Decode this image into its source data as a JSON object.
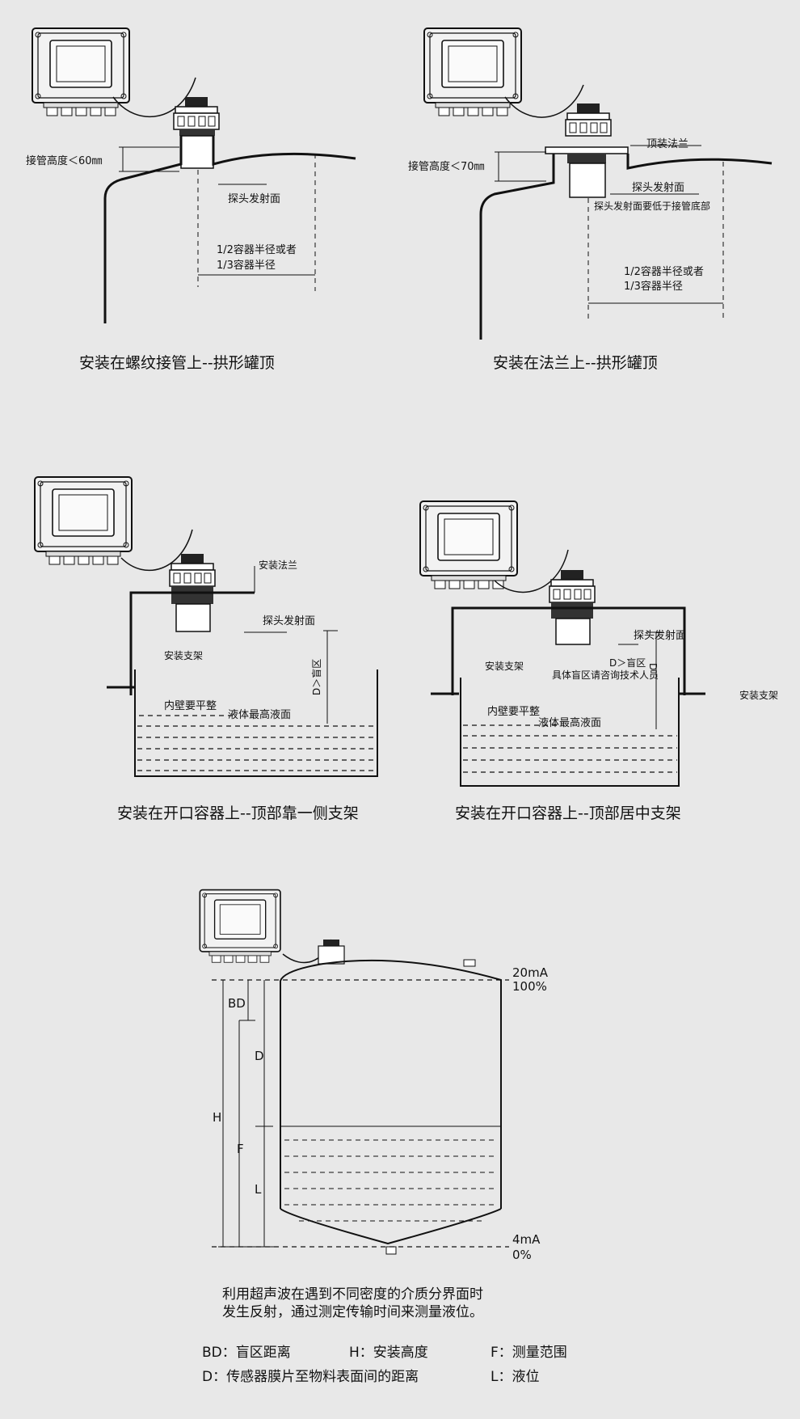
{
  "panel1": {
    "caption": "安装在螺纹接管上--拱形罐顶",
    "pipe_height": "接管高度＜60㎜",
    "emit_face": "探头发射面",
    "radius_1": "1/2容器半径或者",
    "radius_2": "1/3容器半径"
  },
  "panel2": {
    "caption": "安装在法兰上--拱形罐顶",
    "top_flange": "顶装法兰",
    "pipe_height": "接管高度＜70㎜",
    "emit_face": "探头发射面",
    "emit_note": "探头发射面要低于接管底部",
    "radius_1": "1/2容器半径或者",
    "radius_2": "1/3容器半径"
  },
  "panel3": {
    "caption": "安装在开口容器上--顶部靠一侧支架",
    "flange": "安装法兰",
    "emit_face": "探头发射面",
    "bracket": "安装支架",
    "blind": "D＞盲区",
    "wall": "内壁要平整",
    "max_level": "液体最高液面"
  },
  "panel4": {
    "caption": "安装在开口容器上--顶部居中支架",
    "emit_face": "探头发射面",
    "bracket_left": "安装支架",
    "bracket_right": "安装支架",
    "blind": "D＞盲区",
    "d": "D",
    "consult": "具体盲区请咨询技术人员",
    "wall": "内壁要平整",
    "max_level": "液体最高液面"
  },
  "panel5": {
    "top_ma": "20mA",
    "top_pct": "100%",
    "bottom_ma": "4mA",
    "bottom_pct": "0%",
    "bd": "BD",
    "d": "D",
    "h": "H",
    "f": "F",
    "l": "L"
  },
  "description": {
    "line1": "利用超声波在遇到不同密度的介质分界面时",
    "line2": "发生反射，通过测定传输时间来测量液位。"
  },
  "legend": {
    "bd": "BD：盲区距离",
    "h": "H：安装高度",
    "f": "F：测量范围",
    "d": "D：传感器膜片至物料表面间的距离",
    "l": "L：液位"
  }
}
